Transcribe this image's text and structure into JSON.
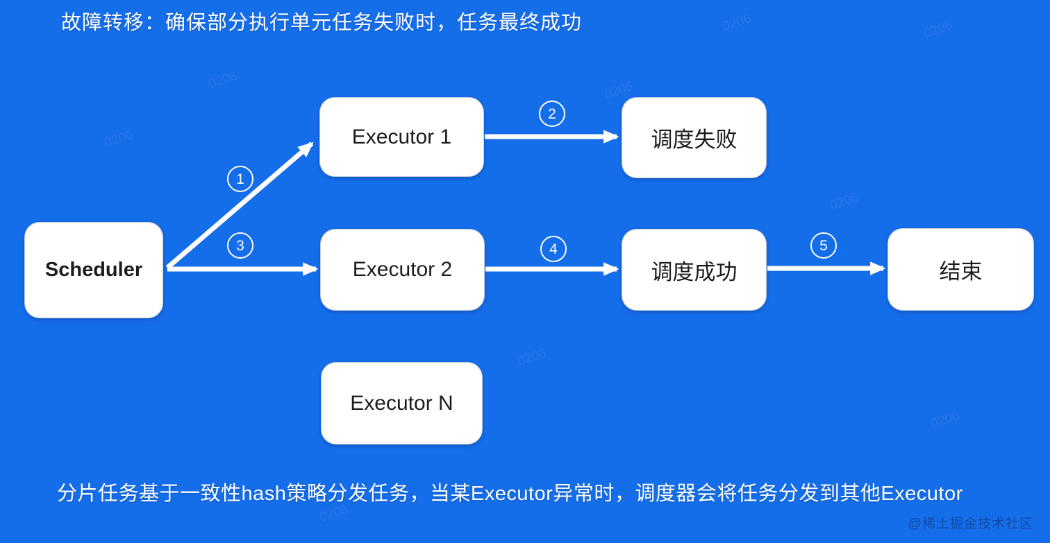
{
  "title": "故障转移：确保部分执行单元任务失败时，任务最终成功",
  "footer": "分片任务基于一致性hash策略分发任务，当某Executor异常时，调度器会将任务分发到其他Executor",
  "watermark": "@稀土掘金技术社区",
  "tile_watermark": "0206",
  "colors": {
    "background": "#146DE9",
    "node_background": "#FFFFFF",
    "node_text": "#1C1C1E",
    "accent": "#FFFFFF"
  },
  "nodes": {
    "scheduler": {
      "label": "Scheduler"
    },
    "executor1": {
      "label": "Executor 1"
    },
    "executor2": {
      "label": "Executor 2"
    },
    "executor_n": {
      "label": "Executor N"
    },
    "schedule_fail": {
      "label": "调度失败"
    },
    "schedule_success": {
      "label": "调度成功"
    },
    "end": {
      "label": "结束"
    }
  },
  "steps": {
    "s1": {
      "number": "1"
    },
    "s2": {
      "number": "2"
    },
    "s3": {
      "number": "3"
    },
    "s4": {
      "number": "4"
    },
    "s5": {
      "number": "5"
    }
  },
  "edges": [
    {
      "from": "scheduler",
      "to": "executor1",
      "step": "1"
    },
    {
      "from": "executor1",
      "to": "schedule_fail",
      "step": "2"
    },
    {
      "from": "scheduler",
      "to": "executor2",
      "step": "3"
    },
    {
      "from": "executor2",
      "to": "schedule_success",
      "step": "4"
    },
    {
      "from": "schedule_success",
      "to": "end",
      "step": "5"
    }
  ]
}
